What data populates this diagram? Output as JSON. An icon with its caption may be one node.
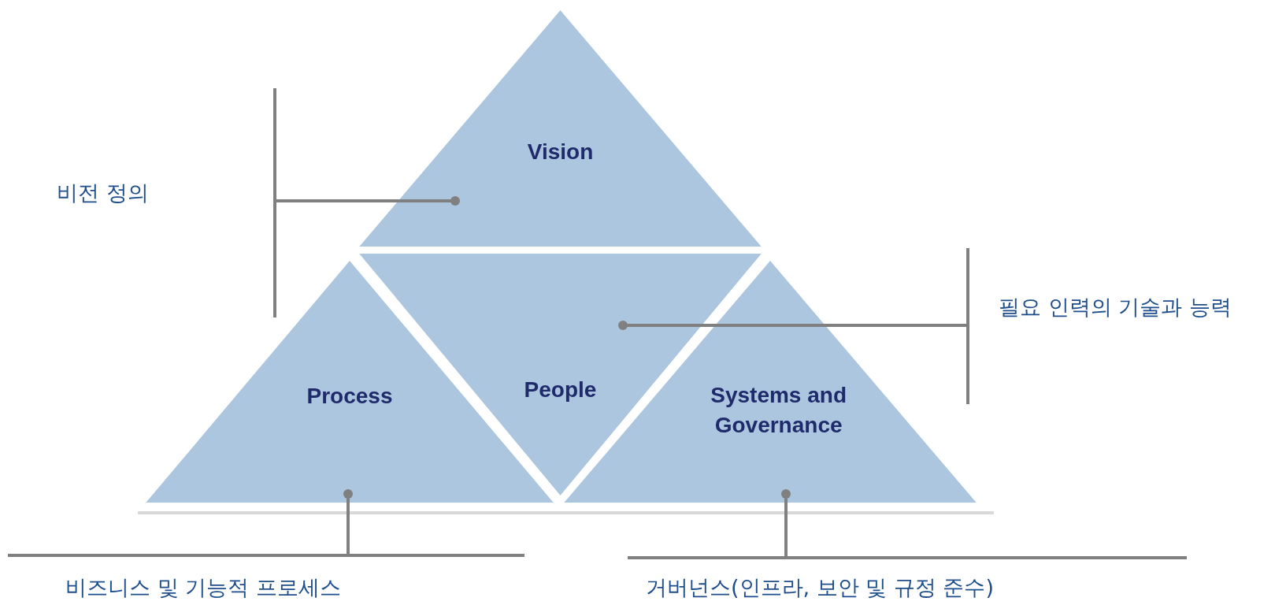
{
  "diagram": {
    "nodes": [
      {
        "text": [
          "Vision"
        ]
      },
      {
        "text": [
          "Process"
        ]
      },
      {
        "text": [
          "People"
        ]
      },
      {
        "text": [
          "Systems and Governance"
        ]
      },
      {
        "text": [
          "비전 정의"
        ]
      },
      {
        "text": [
          "필요 인력의 기술과 능력"
        ]
      },
      {
        "text": [
          "비즈니스 및 기능적 프로세스"
        ]
      },
      {
        "text": [
          "거버넌스(인프라, 보안 및 규정 준수)"
        ]
      }
    ],
    "edges": [
      {
        "from": 4,
        "to": 0,
        "arrow": "other"
      },
      {
        "from": 5,
        "to": 2,
        "arrow": "other"
      },
      {
        "from": 6,
        "to": 1,
        "arrow": "other"
      },
      {
        "from": 7,
        "to": 3,
        "arrow": "other"
      }
    ]
  }
}
